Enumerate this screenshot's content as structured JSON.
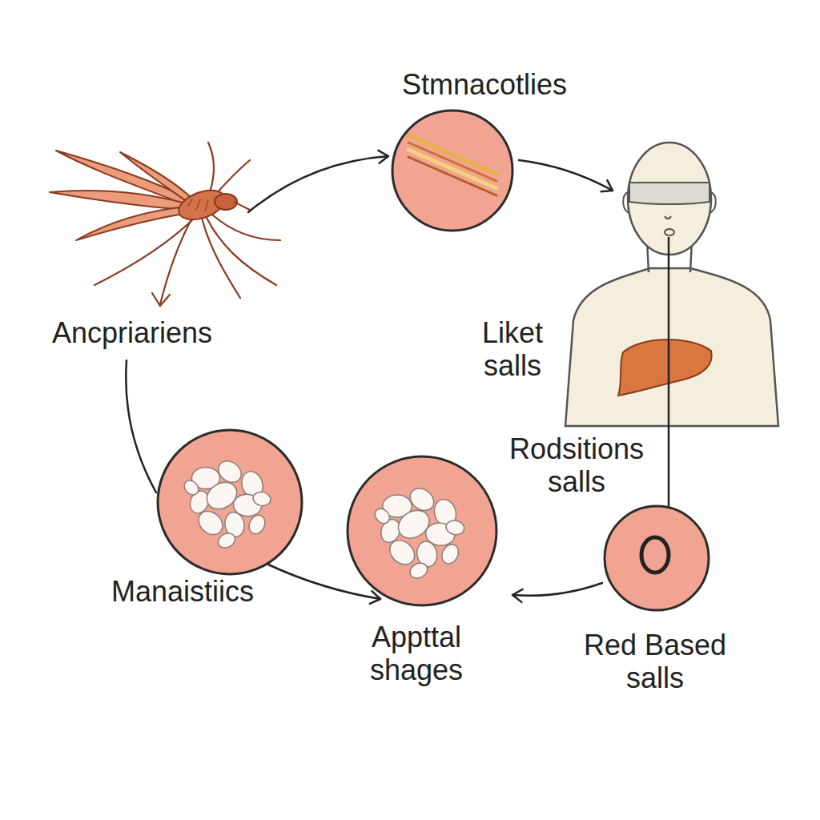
{
  "diagram": {
    "nodes": [
      {
        "text": [
          "Ancpriariens"
        ]
      },
      {
        "text": [
          "Stmnacotlies"
        ]
      },
      {
        "text": [
          "Liket salls",
          "Rodsitions salls"
        ]
      },
      {
        "text": [
          "Red Based salls"
        ]
      },
      {
        "text": [
          "Appttal shages"
        ]
      },
      {
        "text": [
          "Manaistiics"
        ]
      }
    ],
    "edges": [
      {
        "from": 0,
        "to": 1,
        "arrow": "to"
      },
      {
        "from": 1,
        "to": 2,
        "arrow": "to"
      },
      {
        "from": 2,
        "to": 3,
        "arrow": "none"
      },
      {
        "from": 3,
        "to": 4,
        "arrow": "to"
      },
      {
        "from": 5,
        "to": 4,
        "arrow": "to"
      },
      {
        "from": 0,
        "to": 5,
        "arrow": "none"
      }
    ]
  }
}
